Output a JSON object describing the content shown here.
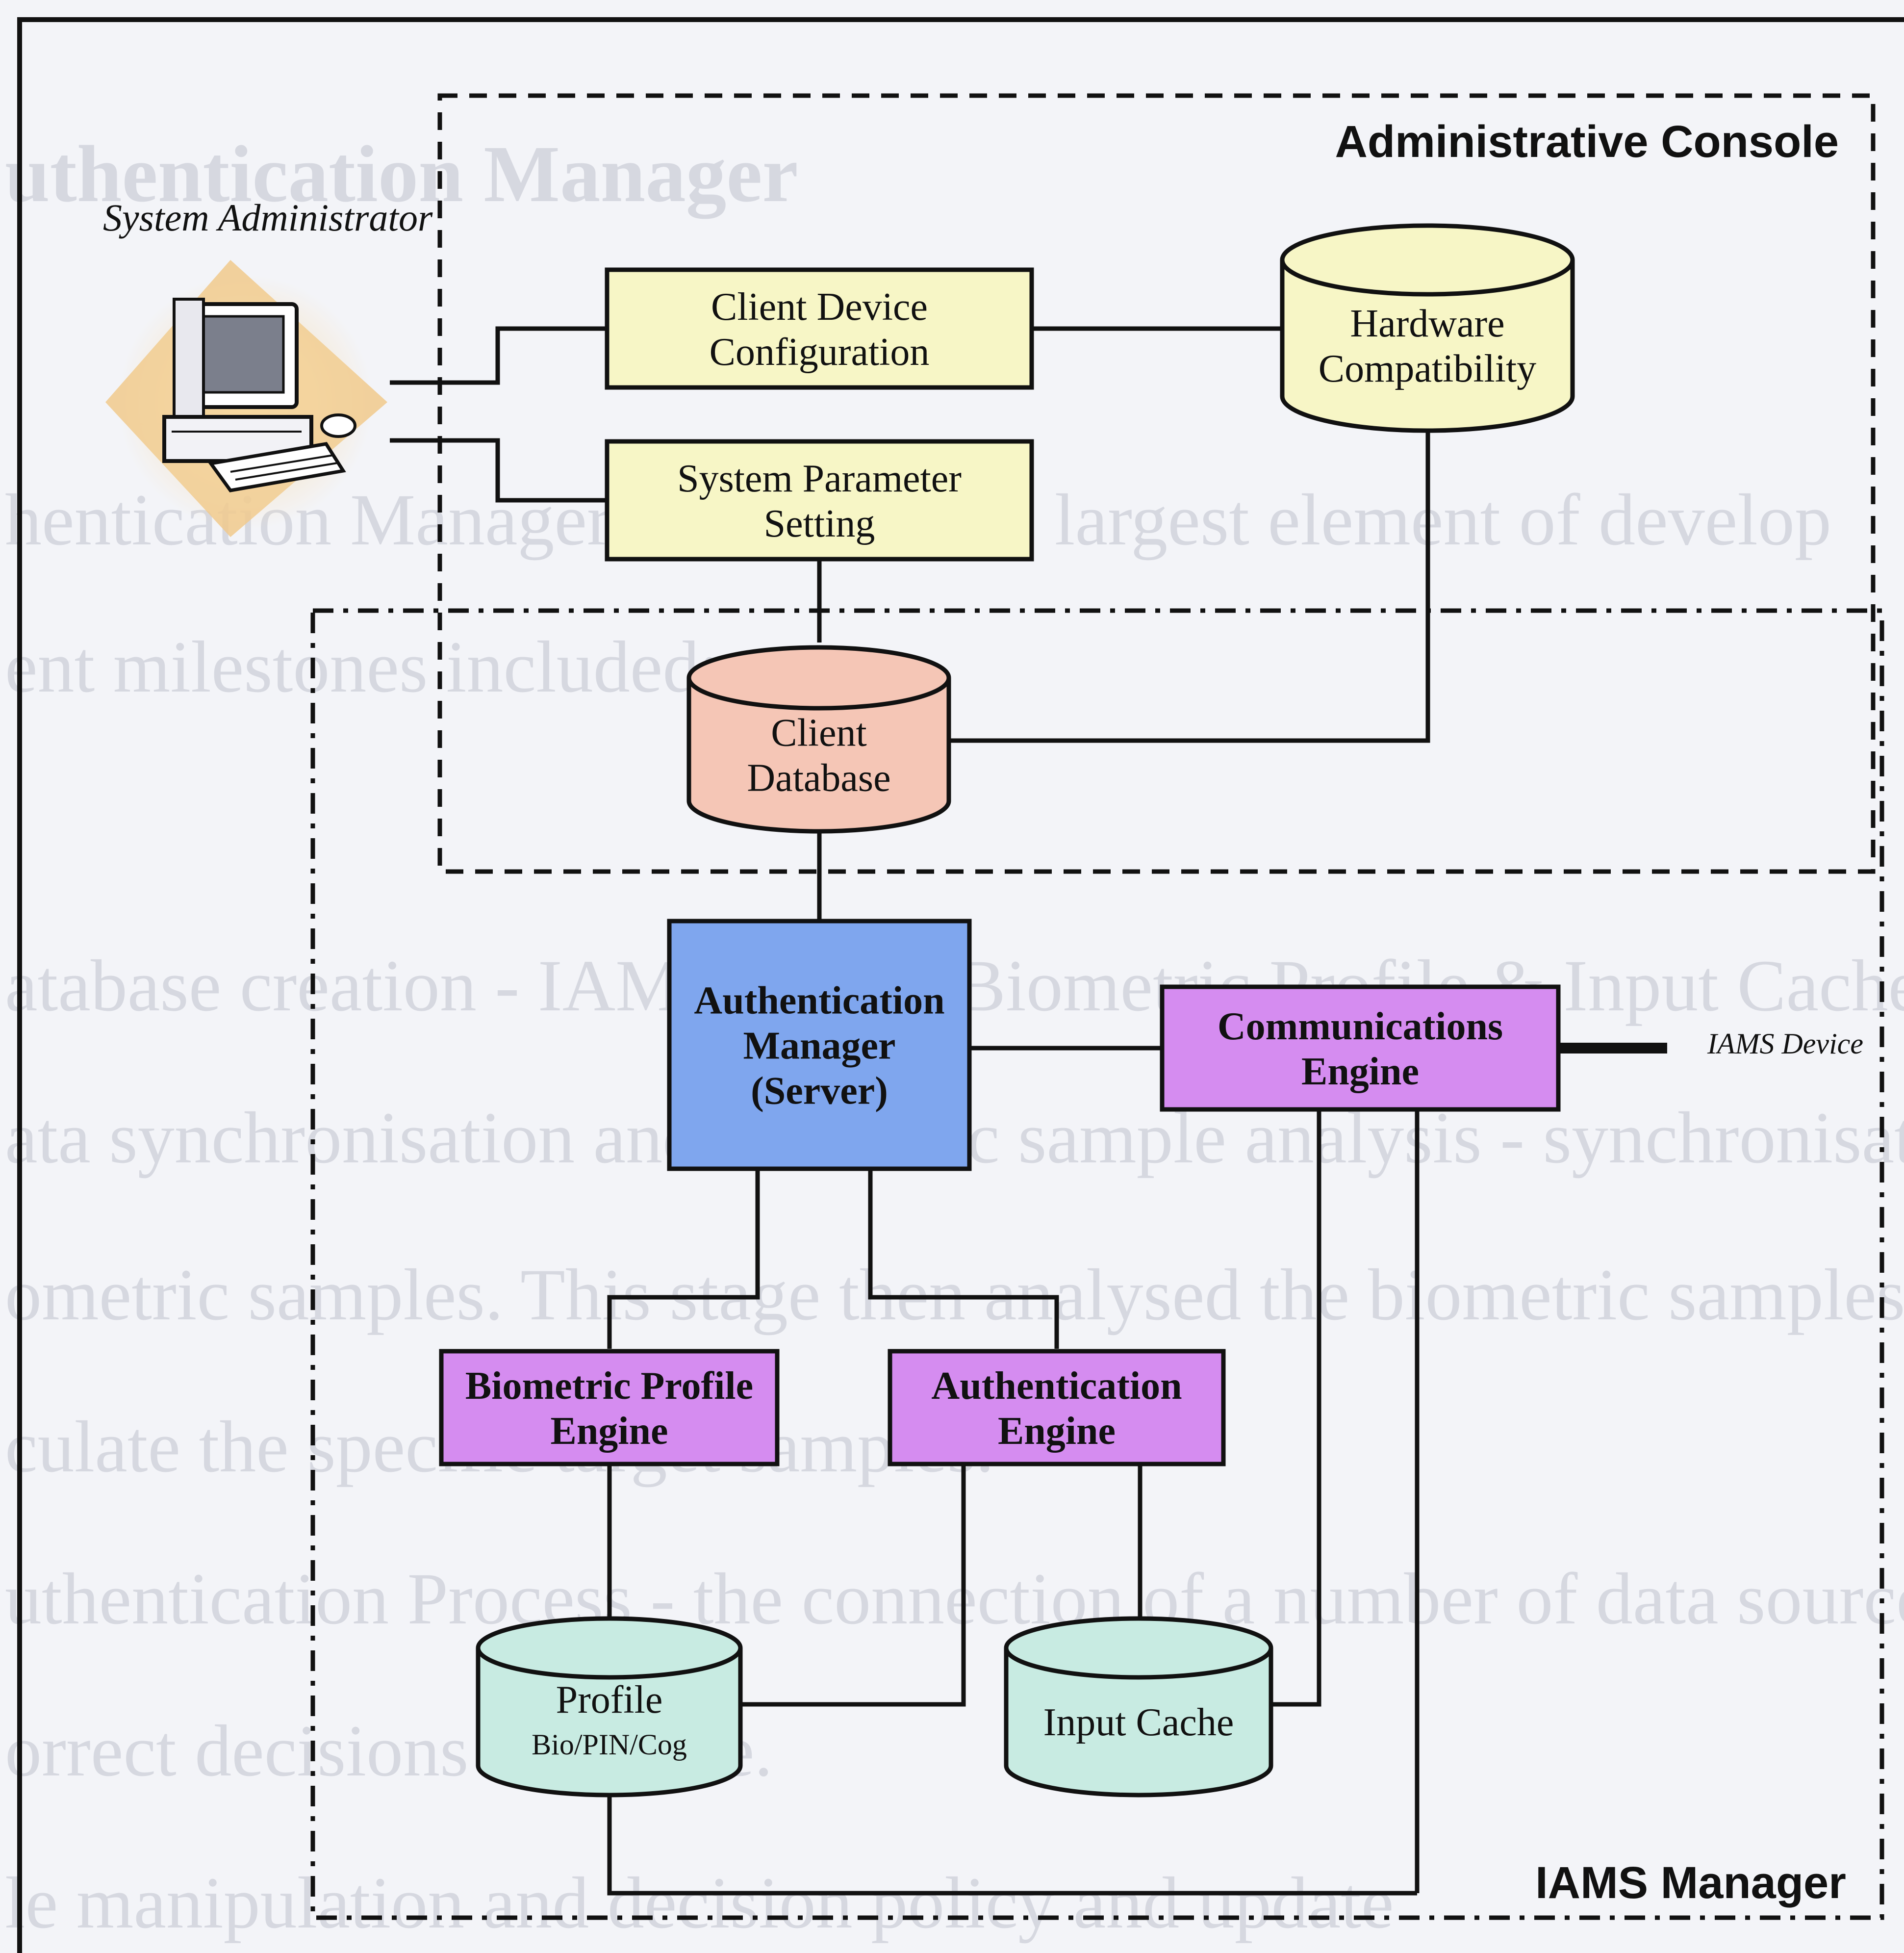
{
  "regions": {
    "admin_console": "Administrative Console",
    "iams_manager": "IAMS Manager"
  },
  "actor": {
    "label": "System Administrator"
  },
  "external": {
    "iams_device": "IAMS Device"
  },
  "nodes": {
    "client_device_config": [
      "Client Device",
      "Configuration"
    ],
    "system_parameter_setting": [
      "System Parameter",
      "Setting"
    ],
    "hardware_compatibility": [
      "Hardware",
      "Compatibility"
    ],
    "client_database": [
      "Client",
      "Database"
    ],
    "authentication_manager": [
      "Authentication",
      "Manager",
      "(Server)"
    ],
    "communications_engine": [
      "Communications",
      "Engine"
    ],
    "biometric_profile_engine": [
      "Biometric Profile",
      "Engine"
    ],
    "authentication_engine": [
      "Authentication",
      "Engine"
    ],
    "profile_db": [
      "Profile",
      "Bio/PIN/Cog"
    ],
    "input_cache": [
      "Input Cache"
    ]
  },
  "colors": {
    "yellow_box": "#f7f6c6",
    "salmon_db": "#f5c6b6",
    "blue_box": "#7fa6ee",
    "purple_box": "#d58cf0",
    "teal_db": "#c8ebe2",
    "line": "#111111",
    "watermark": "#d9dbe3"
  },
  "background_watermark": [
    "uthentication Manager",
    "hentication Manager represents the largest element of develop",
    "ent milestones included:",
    "atabase creation - IAMS Client, Biometric Profile & Input Cache.",
    "ata synchronisation and biometric sample analysis - synchronisatio",
    "ometric samples. This stage then analysed the biometric samples",
    "culate the specific target samples.",
    "uthentication Process - the connection of a number of data sources a",
    "orrect decisions are made.",
    "le manipulation and decision policy and update"
  ]
}
